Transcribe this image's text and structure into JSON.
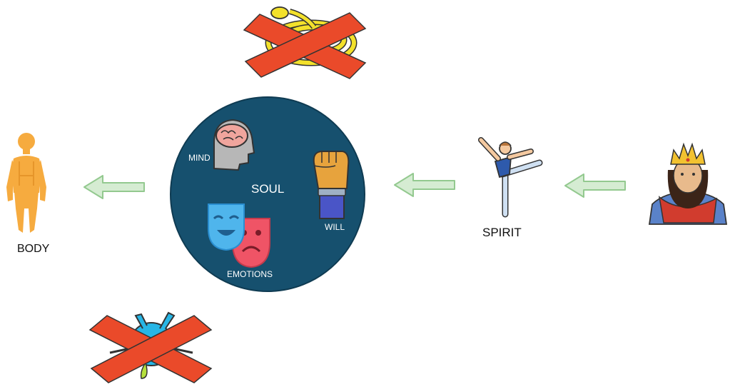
{
  "labels": {
    "body": "BODY",
    "soul": "SOUL",
    "mind": "MIND",
    "will": "WILL",
    "emotions": "EMOTIONS",
    "spirit": "SPIRIT"
  },
  "icons": {
    "body": "human-body-icon",
    "mind": "brain-head-icon",
    "will": "raised-fist-icon",
    "emotions": "comedy-tragedy-masks-icon",
    "spirit": "ballet-dancer-icon",
    "source": "crowned-king-icon",
    "crossed_top": "coiled-snake-icon",
    "crossed_bottom": "worldly-figure-icon",
    "arrows": "left-arrow-icon",
    "cross_marks": "red-x-icon"
  },
  "colors": {
    "soul_circle": "#16506e",
    "arrow_fill": "#d5ecd2",
    "arrow_stroke": "#93c98f",
    "red_x": "#ea4a2a",
    "body_figure": "#f6ab3f"
  }
}
